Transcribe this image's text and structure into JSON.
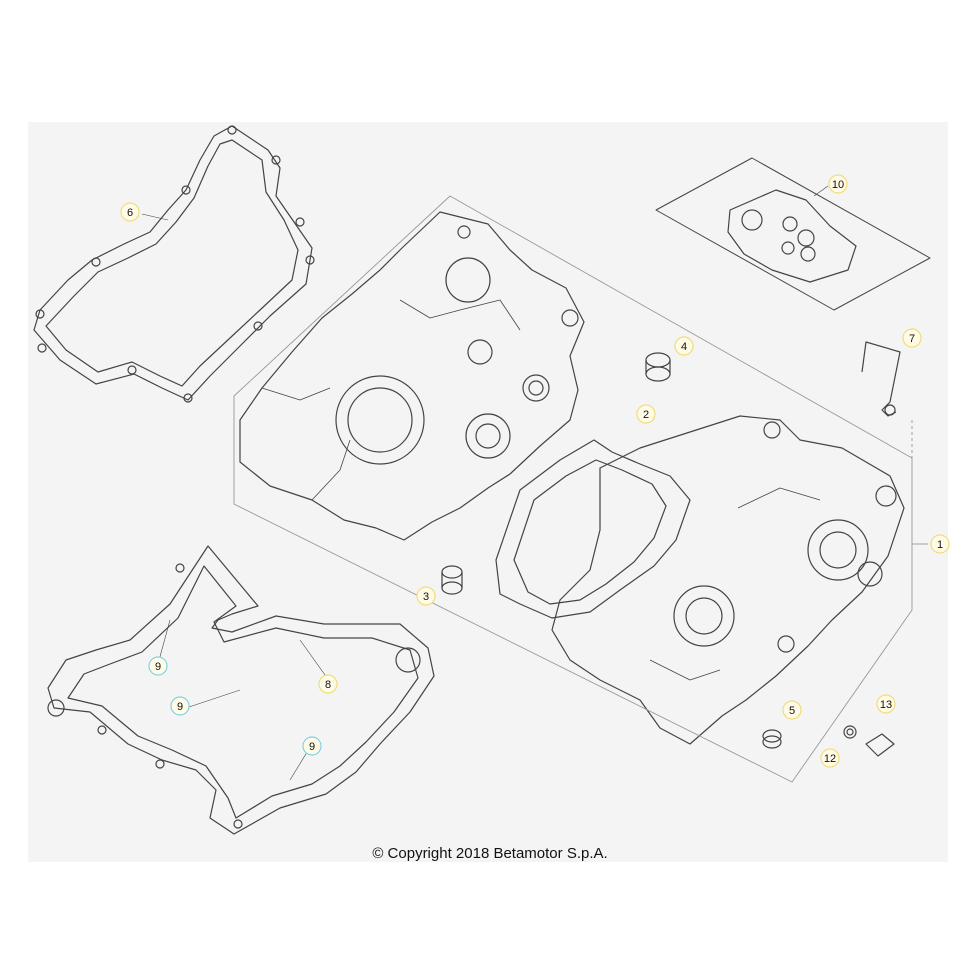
{
  "copyright": "© Copyright 2018 Betamotor S.p.A.",
  "colors": {
    "panel": "#f4f4f4",
    "line": "#444444",
    "callout_fill": "#fffbe6",
    "callout_border": "#f0dc7a",
    "callout_alt_border": "#7fd3e6"
  },
  "callouts": [
    {
      "id": "c1",
      "label": "1"
    },
    {
      "id": "c2",
      "label": "2"
    },
    {
      "id": "c3",
      "label": "3"
    },
    {
      "id": "c4",
      "label": "4"
    },
    {
      "id": "c5",
      "label": "5"
    },
    {
      "id": "c6",
      "label": "6"
    },
    {
      "id": "c7",
      "label": "7"
    },
    {
      "id": "c8",
      "label": "8"
    },
    {
      "id": "c9a",
      "label": "9"
    },
    {
      "id": "c9b",
      "label": "9"
    },
    {
      "id": "c9c",
      "label": "9"
    },
    {
      "id": "c10",
      "label": "10"
    },
    {
      "id": "c12",
      "label": "12"
    },
    {
      "id": "c13",
      "label": "13"
    }
  ]
}
